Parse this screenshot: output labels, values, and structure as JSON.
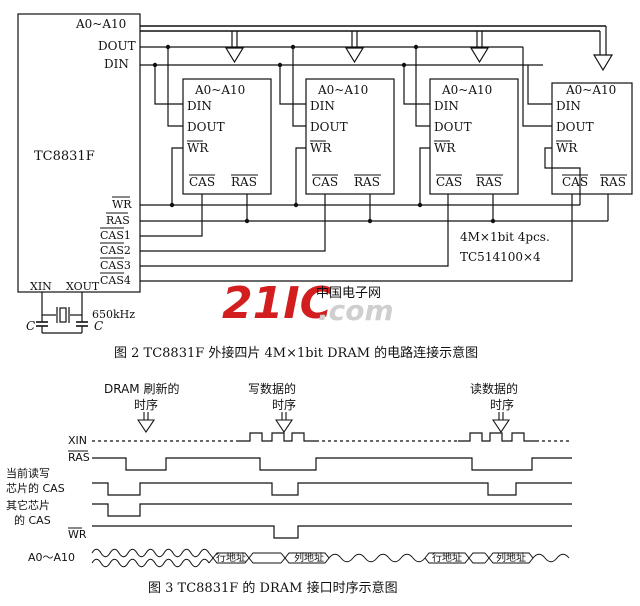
{
  "fig2": {
    "controller": {
      "name": "TC8831F",
      "pins_top": [
        "A0~A10",
        "DOUT",
        "DIN"
      ],
      "pins_bottom": [
        "WR",
        "RAS",
        "CAS1",
        "CAS2",
        "CAS3",
        "CAS4"
      ],
      "xin": "XIN",
      "xout": "XOUT"
    },
    "chip_pins": {
      "addr": "A0~A10",
      "din": "DIN",
      "dout": "DOUT",
      "wr": "WR",
      "cas": "CAS",
      "ras": "RAS"
    },
    "mem_note_1": "4M×1bit  4pcs.",
    "mem_note_2": "TC514100×4",
    "crystal_freq": "650kHz",
    "cap1": "C",
    "cap2": "C",
    "caption": "图 2  TC8831F 外接四片 4M×1bit  DRAM 的电路连接示意图"
  },
  "watermark": {
    "brand": "21IC",
    "chinese": "中国电子网",
    "dotcom": ".com"
  },
  "fig3": {
    "label_refresh_1": "DRAM 刷新的",
    "label_refresh_2": "时序",
    "label_write_1": "写数据的",
    "label_write_2": "时序",
    "label_read_1": "读数据的",
    "label_read_2": "时序",
    "sig_xin": "XIN",
    "sig_ras": "RAS",
    "sig_cur_1": "当前读写",
    "sig_cur_2": "芯片的 CAS",
    "sig_other_1": "其它芯片",
    "sig_other_2": "的 CAS",
    "sig_wr": "WR",
    "sig_addr": "A0～A10",
    "row_addr": "行地址",
    "col_addr": "列地址",
    "caption": "图 3  TC8831F 的 DRAM 接口时序示意图"
  }
}
